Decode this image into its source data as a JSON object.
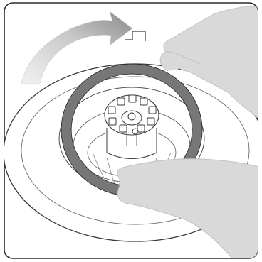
{
  "figure": {
    "icon": "rotate-clockwise-instruction-illustration",
    "colors": {
      "outline": "#2b2b2b",
      "ring_fill": "#7a7a7a",
      "arrow_light": "#e8e8e8",
      "arrow_dark": "#8a8a8a",
      "hand_fill": "#d9d9d9",
      "hand_stroke": "#bdbdbd",
      "background": "#ffffff"
    },
    "parts": {
      "arrow": "curved-arrow-icon",
      "hands": "hand-icon",
      "ring": "locking-ring",
      "hub": "center-hub"
    }
  }
}
